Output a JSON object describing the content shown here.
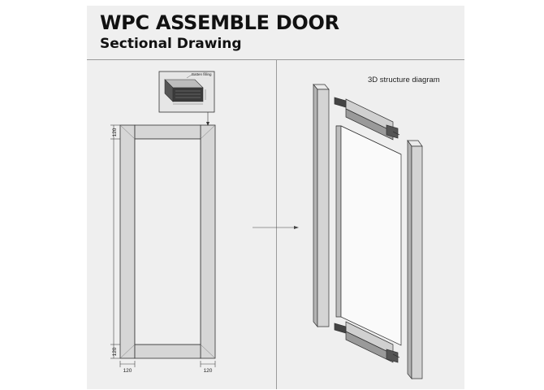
{
  "header": {
    "title": "WPC ASSEMBLE DOOR",
    "subtitle": "Sectional Drawing"
  },
  "sectional": {
    "batten_label": "Batten filling",
    "dim_top": "120",
    "dim_bottom": "120",
    "dim_left": "120",
    "dim_right": "120"
  },
  "structure": {
    "label": "3D structure diagram"
  },
  "colors": {
    "frame_fill": "#d6d6d6",
    "panel_bg": "#efefef",
    "line": "#222222"
  }
}
